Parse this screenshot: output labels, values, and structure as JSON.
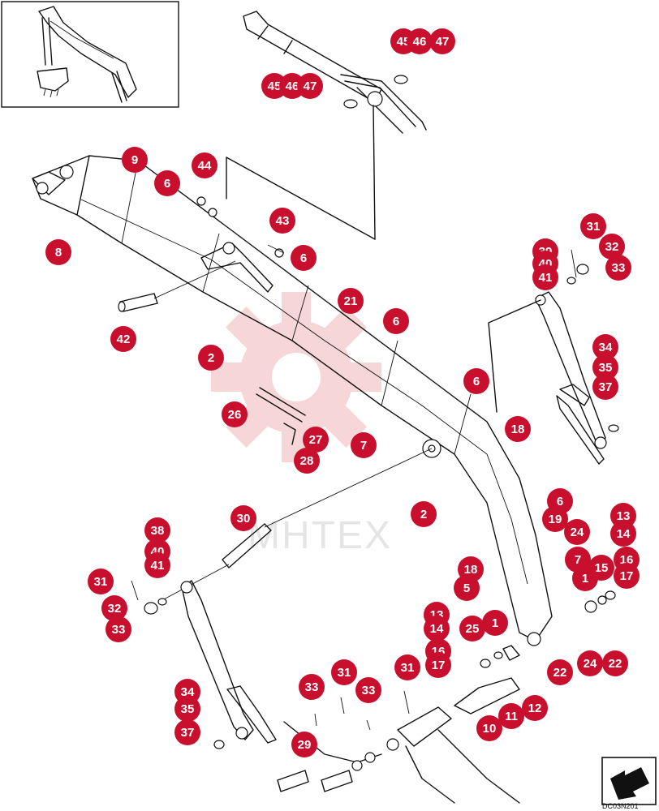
{
  "diagram": {
    "drawing_code": "DC03N201",
    "watermark_text": "МНТЕХ",
    "callout_color": "#c8102e",
    "callouts": [
      {
        "label": "45"
      },
      {
        "label": "46"
      },
      {
        "label": "47"
      },
      {
        "label": "45"
      },
      {
        "label": "46"
      },
      {
        "label": "47"
      },
      {
        "label": "9"
      },
      {
        "label": "44"
      },
      {
        "label": "6"
      },
      {
        "label": "8"
      },
      {
        "label": "43"
      },
      {
        "label": "6"
      },
      {
        "label": "42"
      },
      {
        "label": "21"
      },
      {
        "label": "6"
      },
      {
        "label": "2"
      },
      {
        "label": "6"
      },
      {
        "label": "26"
      },
      {
        "label": "18"
      },
      {
        "label": "27"
      },
      {
        "label": "28"
      },
      {
        "label": "7"
      },
      {
        "label": "2"
      },
      {
        "label": "31"
      },
      {
        "label": "32"
      },
      {
        "label": "33"
      },
      {
        "label": "39"
      },
      {
        "label": "40"
      },
      {
        "label": "41"
      },
      {
        "label": "34"
      },
      {
        "label": "35"
      },
      {
        "label": "37"
      },
      {
        "label": "6"
      },
      {
        "label": "19"
      },
      {
        "label": "24"
      },
      {
        "label": "13"
      },
      {
        "label": "14"
      },
      {
        "label": "16"
      },
      {
        "label": "17"
      },
      {
        "label": "15"
      },
      {
        "label": "1"
      },
      {
        "label": "7"
      },
      {
        "label": "18"
      },
      {
        "label": "5"
      },
      {
        "label": "30"
      },
      {
        "label": "38"
      },
      {
        "label": "40"
      },
      {
        "label": "41"
      },
      {
        "label": "31"
      },
      {
        "label": "32"
      },
      {
        "label": "33"
      },
      {
        "label": "13"
      },
      {
        "label": "14"
      },
      {
        "label": "16"
      },
      {
        "label": "17"
      },
      {
        "label": "25"
      },
      {
        "label": "1"
      },
      {
        "label": "22"
      },
      {
        "label": "24"
      },
      {
        "label": "22"
      },
      {
        "label": "31"
      },
      {
        "label": "31"
      },
      {
        "label": "33"
      },
      {
        "label": "33"
      },
      {
        "label": "11"
      },
      {
        "label": "12"
      },
      {
        "label": "10"
      },
      {
        "label": "34"
      },
      {
        "label": "35"
      },
      {
        "label": "37"
      },
      {
        "label": "29"
      }
    ]
  }
}
